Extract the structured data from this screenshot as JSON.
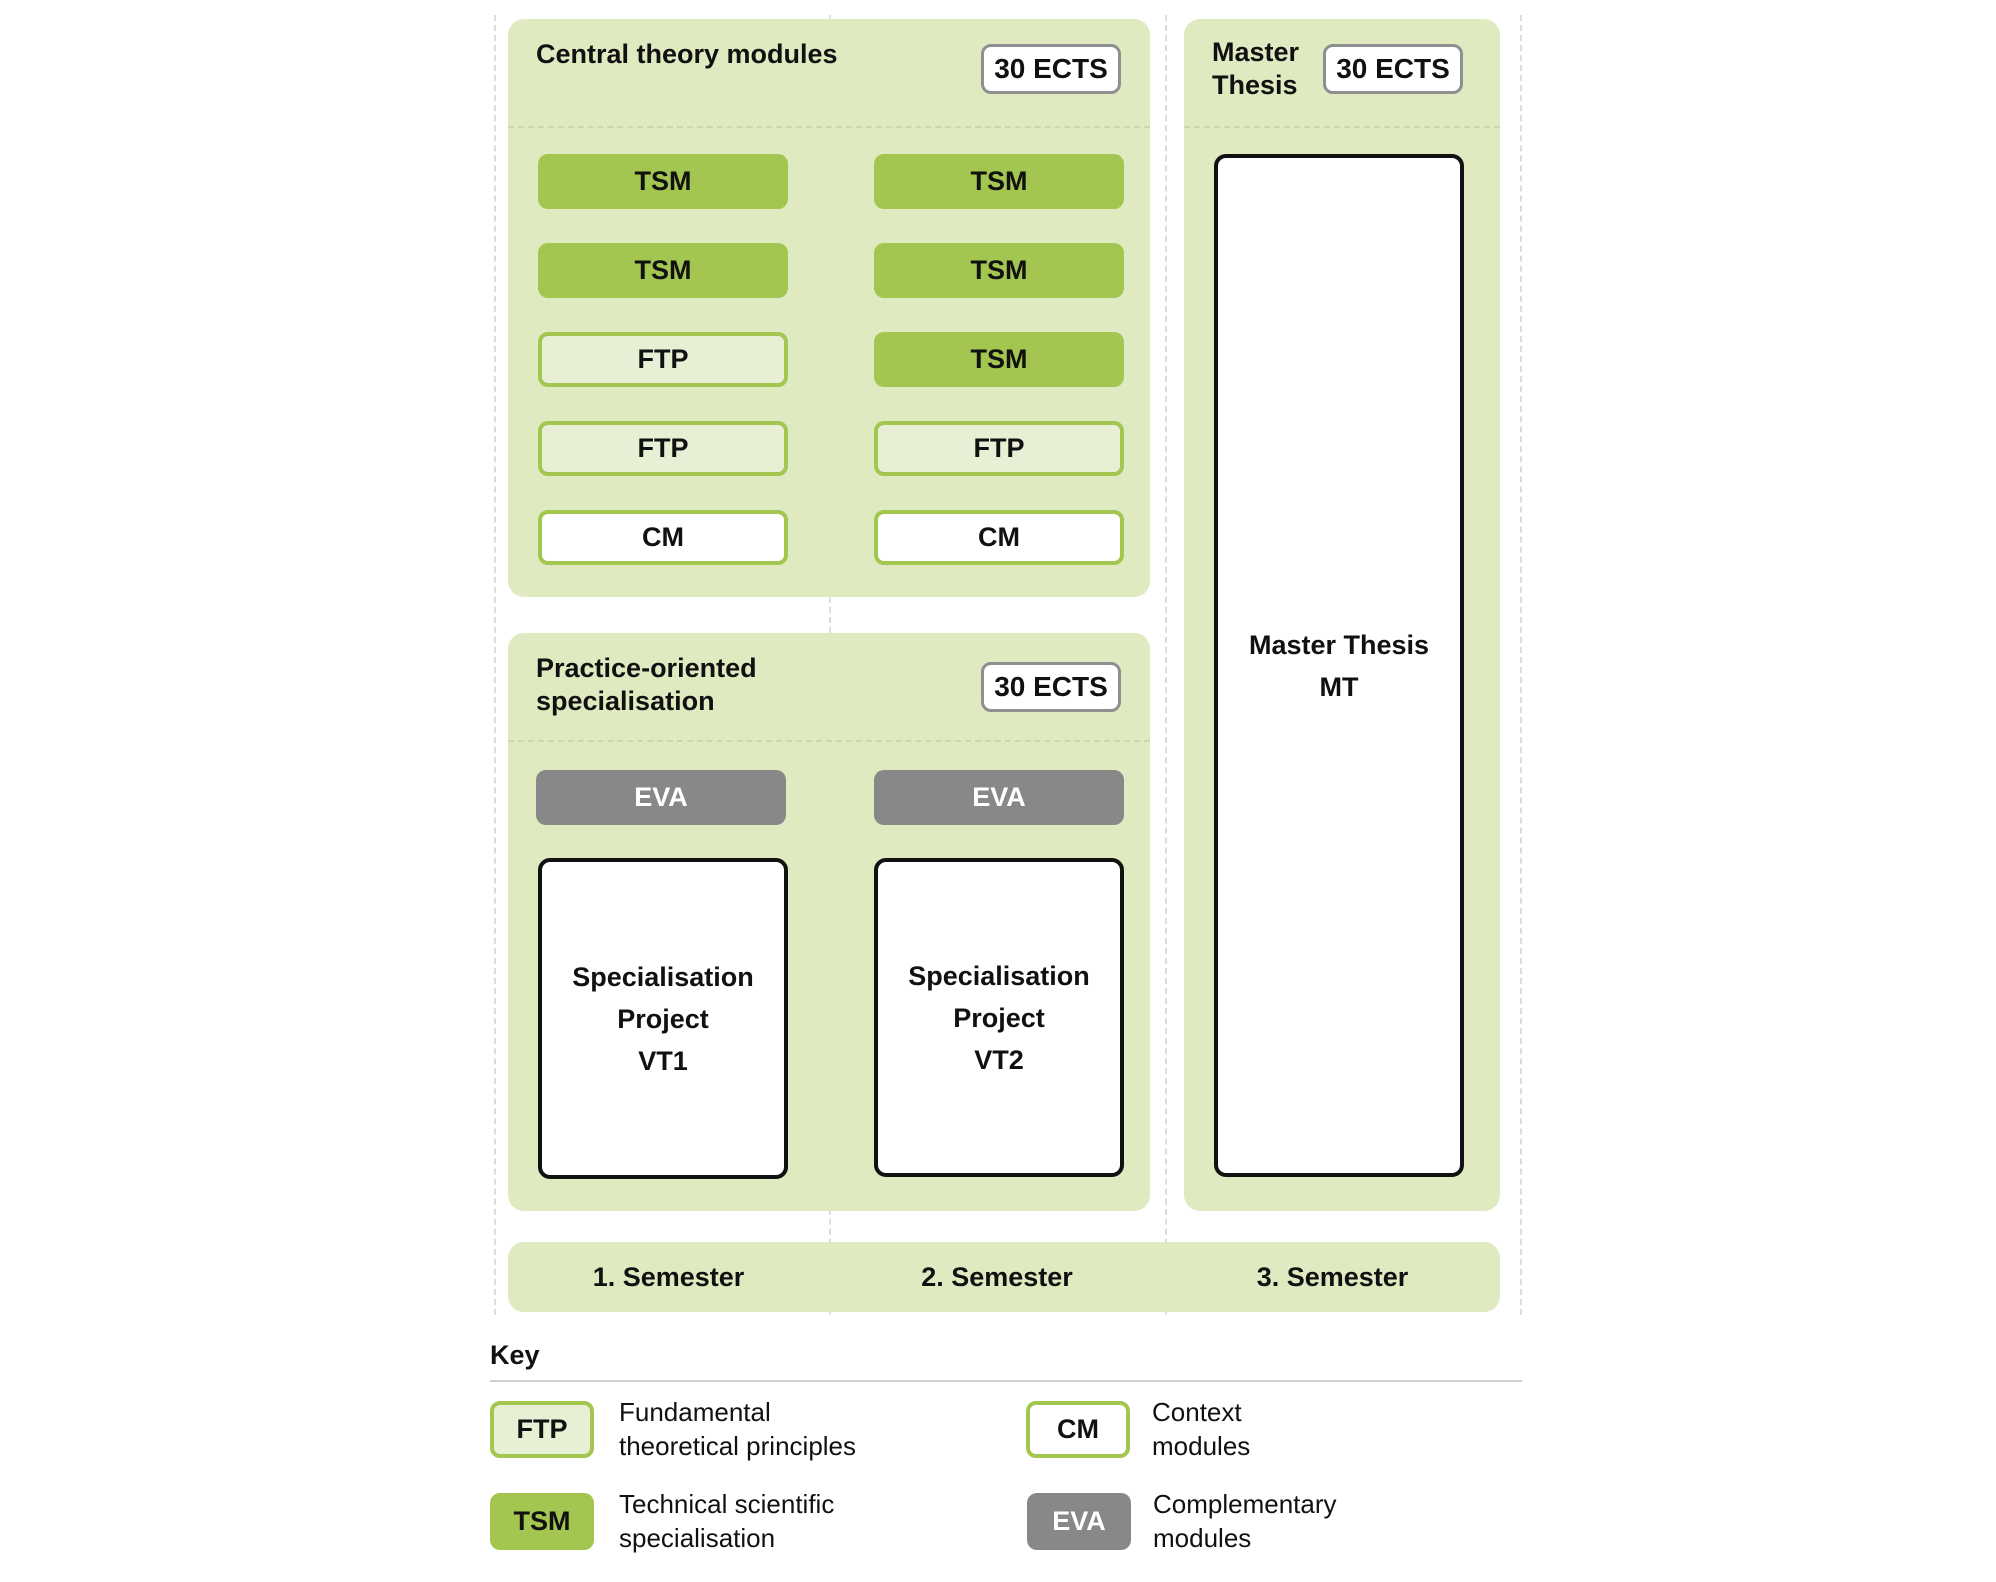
{
  "central": {
    "title": "Central theory modules",
    "ects": "30 ECTS"
  },
  "thesis": {
    "title_line1": "Master",
    "title_line2": "Thesis",
    "ects": "30 ECTS",
    "box_line1": "Master Thesis",
    "box_line2": "MT"
  },
  "practice": {
    "title_line1": "Practice-oriented",
    "title_line2": "specialisation",
    "ects": "30 ECTS"
  },
  "sem1": {
    "m1": "TSM",
    "m2": "TSM",
    "m3": "FTP",
    "m4": "FTP",
    "m5": "CM",
    "eva": "EVA",
    "project_line1": "Specialisation",
    "project_line2": "Project",
    "project_line3": "VT1"
  },
  "sem2": {
    "m1": "TSM",
    "m2": "TSM",
    "m3": "TSM",
    "m4": "FTP",
    "m5": "CM",
    "eva": "EVA",
    "project_line1": "Specialisation",
    "project_line2": "Project",
    "project_line3": "VT2"
  },
  "semesters": [
    "1. Semester",
    "2. Semester",
    "3. Semester"
  ],
  "key": {
    "title": "Key",
    "items": [
      {
        "badge": "FTP",
        "line1": "Fundamental",
        "line2": "theoretical principles"
      },
      {
        "badge": "CM",
        "line1": "Context",
        "line2": "modules"
      },
      {
        "badge": "TSM",
        "line1": "Technical scientific",
        "line2": "specialisation"
      },
      {
        "badge": "EVA",
        "line1": "Complementary",
        "line2": "modules"
      }
    ]
  },
  "colors": {
    "panel": "#dfeac0",
    "tsm": "#a2c64f",
    "ftp_fill": "#e7efd5",
    "eva": "#888888",
    "border_dark": "#111111"
  }
}
